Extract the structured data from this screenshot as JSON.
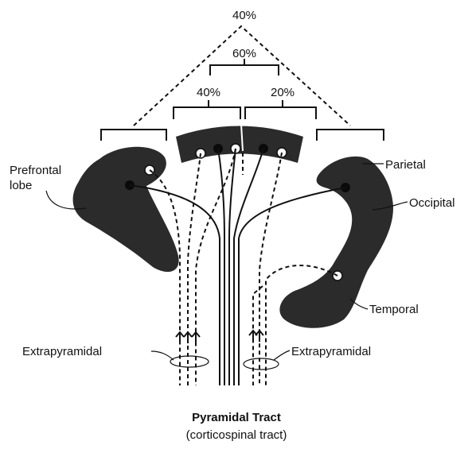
{
  "labels": {
    "prefrontal_line1": "Prefrontal",
    "prefrontal_line2": "lobe",
    "parietal": "Parietal",
    "occipital": "Occipital",
    "temporal": "Temporal",
    "extrapyramidal_left": "Extrapyramidal",
    "extrapyramidal_right": "Extrapyramidal"
  },
  "percentages": {
    "top": "40%",
    "middle": "60%",
    "left_motor": "40%",
    "right_sensory": "20%"
  },
  "caption": {
    "title": "Pyramidal Tract",
    "subtitle": "(corticospinal tract)"
  }
}
